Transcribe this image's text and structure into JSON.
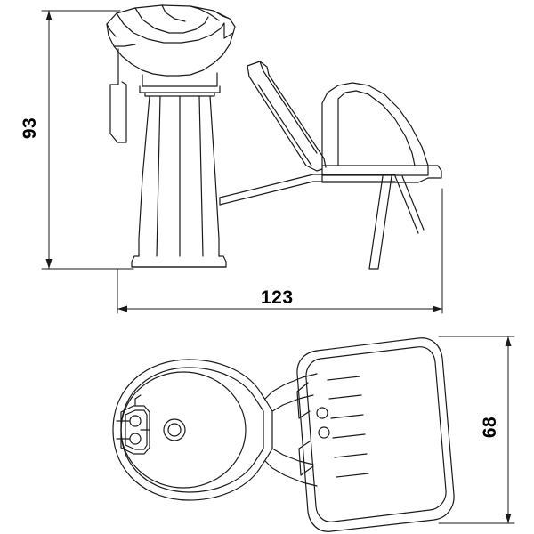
{
  "drawing": {
    "title": "shampoo-backwash-unit-technical-drawing",
    "views": [
      {
        "name": "side-elevation",
        "description": "Side elevation of shampoo backwash unit with basin, pedestal and reclining chair"
      },
      {
        "name": "top-plan",
        "description": "Top plan view of shampoo backwash unit showing bowl and chair outline"
      }
    ],
    "line_color": "#1a1a1a",
    "background_color": "#ffffff"
  },
  "dimensions": {
    "height": "93",
    "length": "123",
    "depth": "68"
  }
}
